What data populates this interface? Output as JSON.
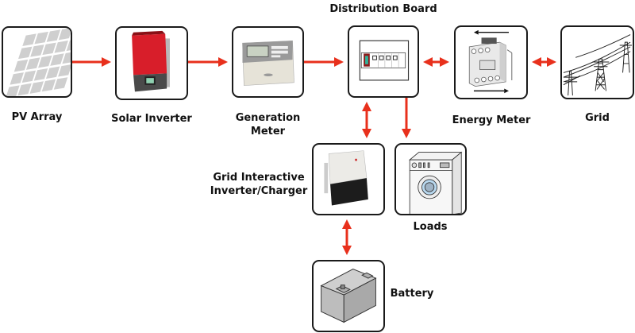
{
  "diagram": {
    "title": "Distribution Board",
    "arrow_color": "#e8301c",
    "nodes": {
      "pv_array": {
        "label": "PV Array",
        "icon": "solar-panel-icon"
      },
      "solar_inverter": {
        "label": "Solar Inverter",
        "icon": "solar-inverter-icon"
      },
      "generation_meter": {
        "label_line1": "Generation",
        "label_line2": "Meter",
        "icon": "generation-meter-icon"
      },
      "distribution_board": {
        "label": "Distribution Board",
        "icon": "breaker-panel-icon"
      },
      "energy_meter": {
        "label": "Energy Meter",
        "icon": "bidirectional-meter-icon"
      },
      "grid": {
        "label": "Grid",
        "icon": "power-pylon-icon"
      },
      "grid_interactive_inverter": {
        "label_line1": "Grid Interactive",
        "label_line2": "Inverter/Charger",
        "icon": "hybrid-inverter-icon"
      },
      "loads": {
        "label": "Loads",
        "icon": "washing-machine-icon"
      },
      "battery": {
        "label": "Battery",
        "icon": "battery-icon"
      }
    },
    "connections": [
      {
        "from": "pv_array",
        "to": "solar_inverter",
        "direction": "one-way"
      },
      {
        "from": "solar_inverter",
        "to": "generation_meter",
        "direction": "one-way"
      },
      {
        "from": "generation_meter",
        "to": "distribution_board",
        "direction": "one-way"
      },
      {
        "from": "distribution_board",
        "to": "energy_meter",
        "direction": "two-way"
      },
      {
        "from": "energy_meter",
        "to": "grid",
        "direction": "two-way"
      },
      {
        "from": "distribution_board",
        "to": "grid_interactive_inverter",
        "direction": "two-way"
      },
      {
        "from": "distribution_board",
        "to": "loads",
        "direction": "one-way"
      },
      {
        "from": "grid_interactive_inverter",
        "to": "battery",
        "direction": "two-way"
      }
    ]
  }
}
